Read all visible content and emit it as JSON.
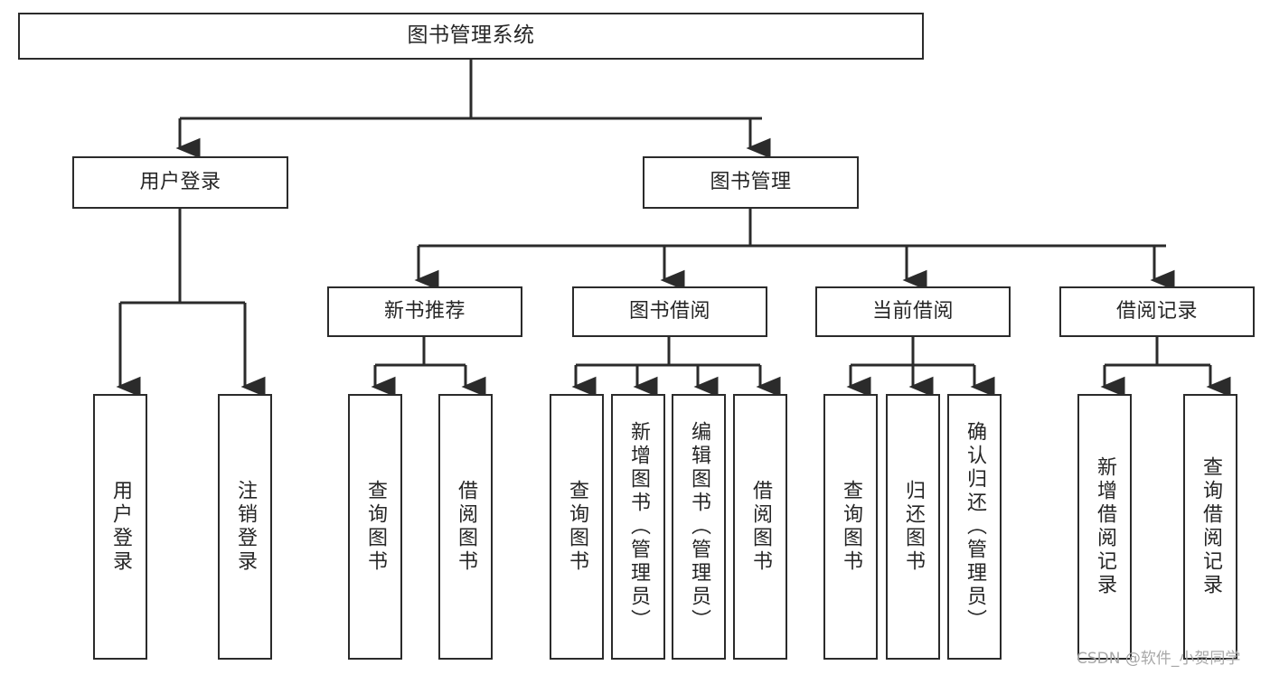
{
  "diagram": {
    "title": "图书管理系统",
    "type": "hierarchy-tree",
    "orientation": "top-down",
    "line_color": "#2b2b2b",
    "box_fill": "#ffffff",
    "text_color": "#262626",
    "levels": [
      {
        "level": 1,
        "nodes": [
          {
            "id": "root",
            "label": "图书管理系统",
            "text_orientation": "horizontal"
          }
        ]
      },
      {
        "level": 2,
        "nodes": [
          {
            "id": "login",
            "label": "用户登录",
            "text_orientation": "horizontal",
            "parent": "root"
          },
          {
            "id": "bookmgmt",
            "label": "图书管理",
            "text_orientation": "horizontal",
            "parent": "root"
          }
        ]
      },
      {
        "level": 3,
        "nodes": [
          {
            "id": "newbook",
            "label": "新书推荐",
            "text_orientation": "horizontal",
            "parent": "bookmgmt"
          },
          {
            "id": "borrow",
            "label": "图书借阅",
            "text_orientation": "horizontal",
            "parent": "bookmgmt"
          },
          {
            "id": "current",
            "label": "当前借阅",
            "text_orientation": "horizontal",
            "parent": "bookmgmt"
          },
          {
            "id": "records",
            "label": "借阅记录",
            "text_orientation": "horizontal",
            "parent": "bookmgmt"
          }
        ]
      },
      {
        "level": 4,
        "nodes": [
          {
            "id": "leaf-user-login",
            "label": "用户登录",
            "text_orientation": "vertical",
            "parent": "login"
          },
          {
            "id": "leaf-user-logout",
            "label": "注销登录",
            "text_orientation": "vertical",
            "parent": "login"
          },
          {
            "id": "leaf-query-book-1",
            "label": "查询图书",
            "text_orientation": "vertical",
            "parent": "newbook"
          },
          {
            "id": "leaf-borrow-book-1",
            "label": "借阅图书",
            "text_orientation": "vertical",
            "parent": "newbook"
          },
          {
            "id": "leaf-query-book-2",
            "label": "查询图书",
            "text_orientation": "vertical",
            "parent": "borrow"
          },
          {
            "id": "leaf-add-book",
            "label": "新增图书（管理员）",
            "text_orientation": "vertical",
            "parent": "borrow"
          },
          {
            "id": "leaf-edit-book",
            "label": "编辑图书（管理员）",
            "text_orientation": "vertical",
            "parent": "borrow"
          },
          {
            "id": "leaf-borrow-book-2",
            "label": "借阅图书",
            "text_orientation": "vertical",
            "parent": "borrow"
          },
          {
            "id": "leaf-query-book-3",
            "label": "查询图书",
            "text_orientation": "vertical",
            "parent": "current"
          },
          {
            "id": "leaf-return-book",
            "label": "归还图书",
            "text_orientation": "vertical",
            "parent": "current"
          },
          {
            "id": "leaf-confirm-return",
            "label": "确认归还（管理员）",
            "text_orientation": "vertical",
            "parent": "current"
          },
          {
            "id": "leaf-add-record",
            "label": "新增借阅记录",
            "text_orientation": "vertical",
            "parent": "records"
          },
          {
            "id": "leaf-query-record",
            "label": "查询借阅记录",
            "text_orientation": "vertical",
            "parent": "records"
          }
        ]
      }
    ]
  },
  "watermark": {
    "text": "CSDN @软件_小贺同学"
  }
}
